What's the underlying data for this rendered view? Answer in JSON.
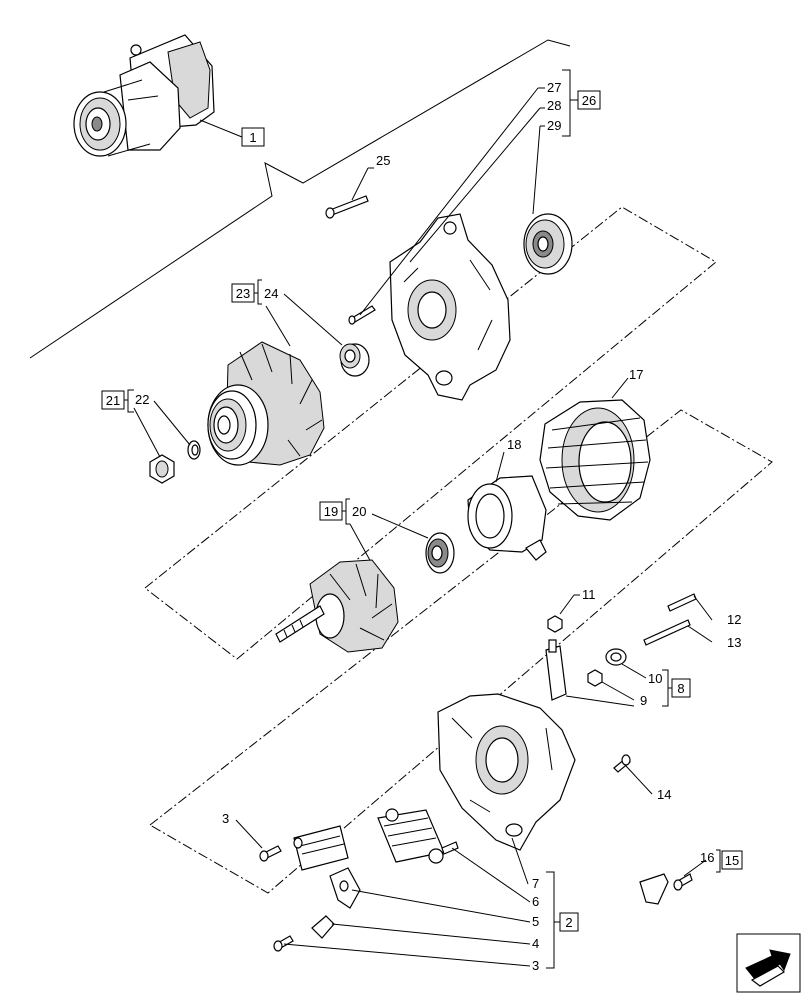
{
  "callouts": {
    "c1": "1",
    "c2": "2",
    "c3a": "3",
    "c3b": "3",
    "c4": "4",
    "c5": "5",
    "c6": "6",
    "c7": "7",
    "c8": "8",
    "c9": "9",
    "c10": "10",
    "c11": "11",
    "c12": "12",
    "c13": "13",
    "c14": "14",
    "c15": "15",
    "c16": "16",
    "c17": "17",
    "c18": "18",
    "c19": "19",
    "c20": "20",
    "c21": "21",
    "c22": "22",
    "c23": "23",
    "c24": "24",
    "c25": "25",
    "c26": "26",
    "c27": "27",
    "c28": "28",
    "c29": "29"
  },
  "nav_icon": "next-page-arrow-icon",
  "colors": {
    "line": "#000000",
    "background": "#ffffff",
    "shade": "#d9d9d9",
    "dark": "#8a8a8a"
  }
}
